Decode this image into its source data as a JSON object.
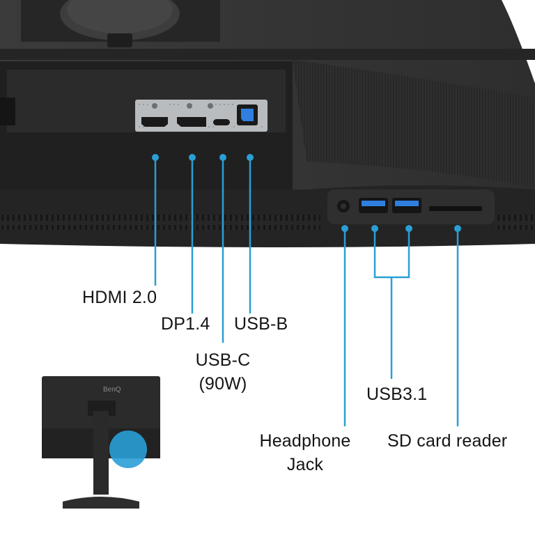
{
  "callouts": {
    "hdmi": "HDMI 2.0",
    "dp": "DP1.4",
    "usb_b": "USB-B",
    "usb_c_line1": "USB-C",
    "usb_c_line2": "(90W)",
    "usb31": "USB3.1",
    "headphone_line1": "Headphone",
    "headphone_line2": "Jack",
    "sd": "SD card reader"
  },
  "port_labels": {
    "hdmi": "HDMI 2.0",
    "dp": "DP1.4",
    "usbc": "USB-C",
    "usbb": "USB-B"
  },
  "brand": "BenQ",
  "colors": {
    "accent": "#2a9fd6",
    "monitor_body": "#2b2b2b",
    "monitor_dark": "#1c1c1c",
    "usb3_blue": "#2e7fe0",
    "port_panel": "#b9bcbf",
    "highlight_circle": "#2a9fd6"
  }
}
